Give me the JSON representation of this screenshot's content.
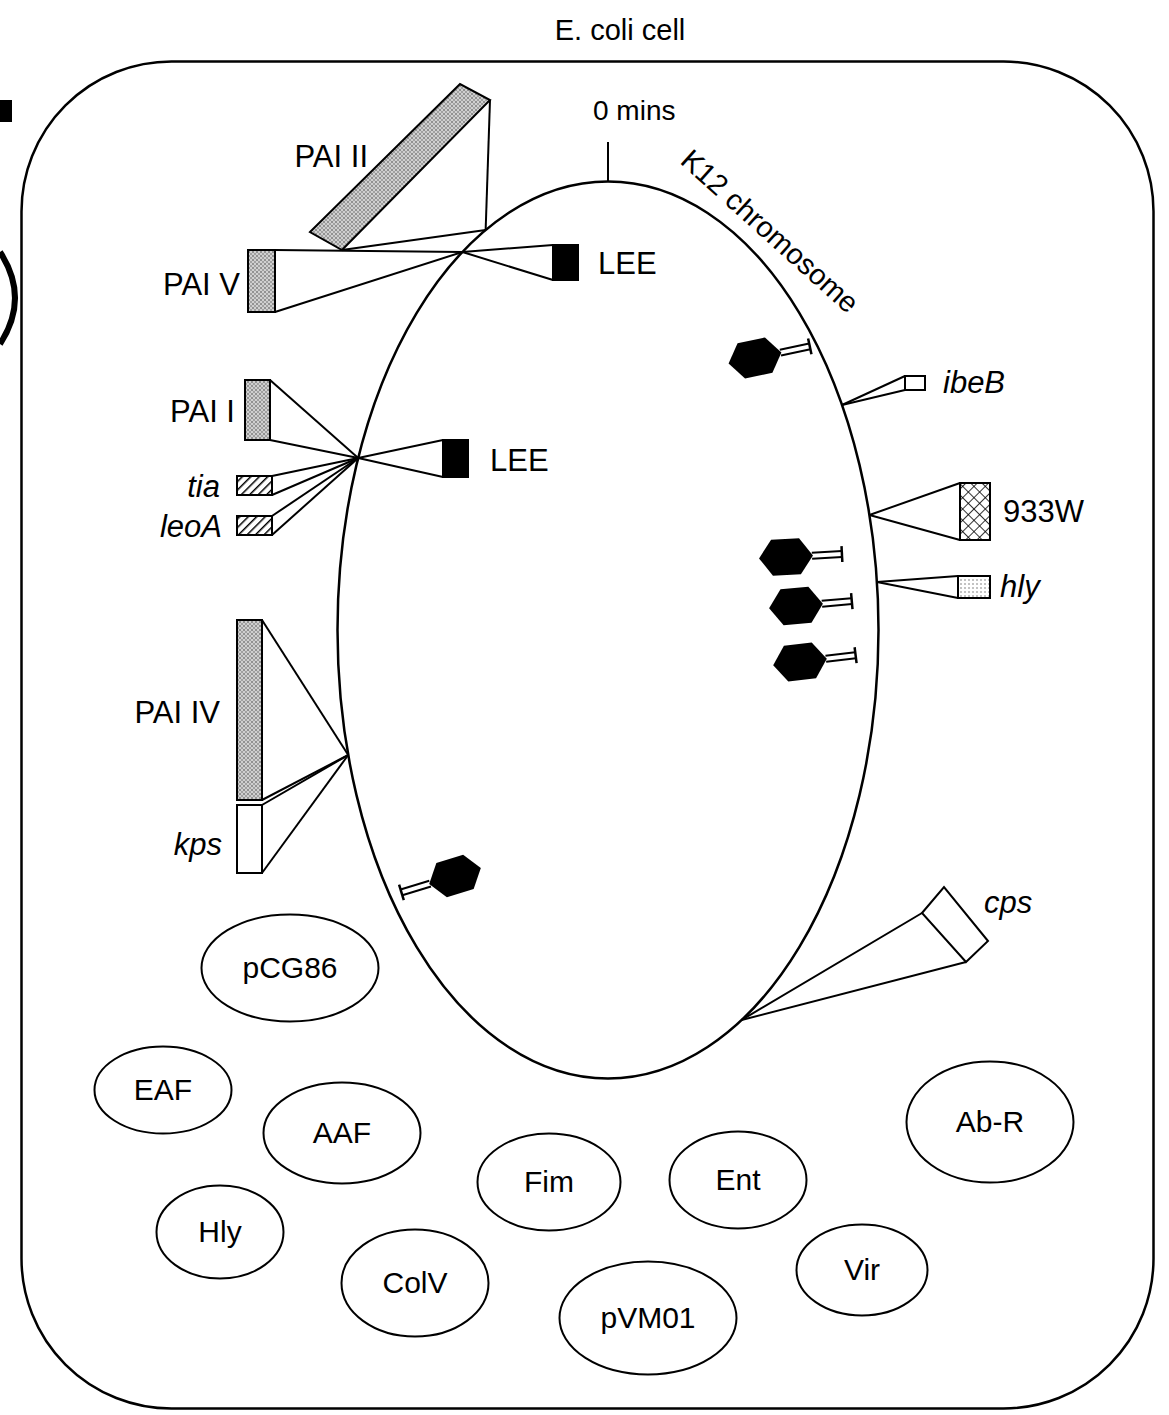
{
  "diagram": {
    "nodes": [
      {
        "text": [
          "E. coli cell"
        ]
      },
      {
        "text": [
          "0 mins",
          "K12 chromosome"
        ],
        "in": 0
      },
      {
        "text": [
          "PAI II"
        ],
        "in": 0
      },
      {
        "text": [
          "PAI V"
        ],
        "in": 0
      },
      {
        "text": [
          "LEE"
        ],
        "in": 1
      },
      {
        "text": [
          "PAI I"
        ],
        "in": 0
      },
      {
        "text": [
          "tia"
        ],
        "in": 0
      },
      {
        "text": [
          "leoA"
        ],
        "in": 0
      },
      {
        "text": [
          "LEE"
        ],
        "in": 1
      },
      {
        "text": [
          "PAI IV"
        ],
        "in": 0
      },
      {
        "text": [
          "kps"
        ],
        "in": 0
      },
      {
        "text": [
          "ibeB"
        ],
        "in": 0
      },
      {
        "text": [
          "933W"
        ],
        "in": 0
      },
      {
        "text": [
          "hly"
        ],
        "in": 0
      },
      {
        "text": [
          "cps"
        ],
        "in": 0
      },
      {
        "text": [
          "pCG86"
        ],
        "in": 0
      },
      {
        "text": [
          "EAF"
        ],
        "in": 0
      },
      {
        "text": [
          "AAF"
        ],
        "in": 0
      },
      {
        "text": [
          "Ab-R"
        ],
        "in": 0
      },
      {
        "text": [
          "Fim"
        ],
        "in": 0
      },
      {
        "text": [
          "Ent"
        ],
        "in": 0
      },
      {
        "text": [
          "Hly"
        ],
        "in": 0
      },
      {
        "text": [
          "ColV"
        ],
        "in": 0
      },
      {
        "text": [
          "pVM01"
        ],
        "in": 0
      },
      {
        "text": [
          "Vir"
        ],
        "in": 0
      }
    ],
    "edges": [
      {
        "from": 1,
        "to": 2,
        "arrow": "none"
      },
      {
        "from": 1,
        "to": 3,
        "arrow": "none"
      },
      {
        "from": 1,
        "to": 4,
        "arrow": "none"
      },
      {
        "from": 1,
        "to": 5,
        "arrow": "none"
      },
      {
        "from": 1,
        "to": 6,
        "arrow": "none"
      },
      {
        "from": 1,
        "to": 7,
        "arrow": "none"
      },
      {
        "from": 1,
        "to": 8,
        "arrow": "none"
      },
      {
        "from": 1,
        "to": 9,
        "arrow": "none"
      },
      {
        "from": 1,
        "to": 10,
        "arrow": "none"
      },
      {
        "from": 1,
        "to": 11,
        "arrow": "none"
      },
      {
        "from": 1,
        "to": 12,
        "arrow": "none"
      },
      {
        "from": 1,
        "to": 13,
        "arrow": "none"
      },
      {
        "from": 1,
        "to": 14,
        "arrow": "none"
      }
    ]
  }
}
